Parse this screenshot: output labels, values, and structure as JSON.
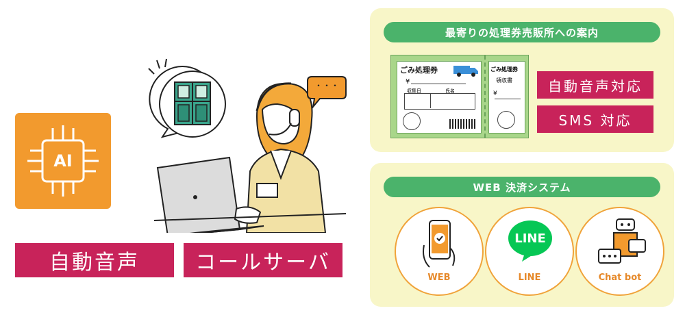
{
  "left": {
    "ai_label": "AI",
    "auto_voice_label": "自動音声",
    "call_server_label": "コールサーバ",
    "speech_bubble_dots": "・・・"
  },
  "guide_panel": {
    "title": "最寄りの処理券売販所への案内",
    "ticket": {
      "title_main": "ごみ処理券",
      "yen_mark": "¥",
      "col1": "収集日",
      "col2": "氏名",
      "title_stub": "ごみ処理券",
      "stub_subtitle": "領収書",
      "stub_yen": "¥"
    },
    "auto_voice_support": "自動音声対応",
    "sms_support": "SMS 対応"
  },
  "payment_panel": {
    "title": "WEB 決済システム",
    "items": [
      {
        "label": "WEB"
      },
      {
        "label": "LINE",
        "logo_text": "LINE"
      },
      {
        "label": "Chat bot"
      }
    ]
  },
  "colors": {
    "accent_magenta": "#c8235a",
    "green": "#4bb36b",
    "orange": "#f29a2e",
    "panel_bg": "#f8f6c8"
  }
}
